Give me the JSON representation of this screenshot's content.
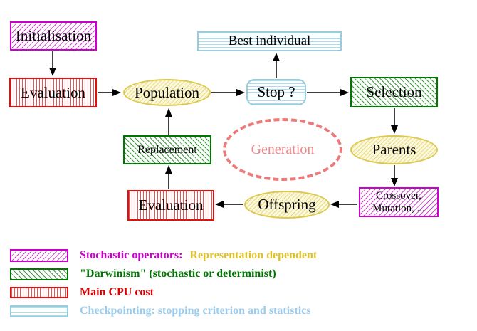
{
  "nodes": {
    "initialisation": "Initialisation",
    "evaluation_top": "Evaluation",
    "population": "Population",
    "stop": "Stop ?",
    "best_individual": "Best individual",
    "selection": "Selection",
    "parents": "Parents",
    "crossover_line1": "Crossover,",
    "crossover_line2": "Mutation, ...",
    "offspring": "Offspring",
    "evaluation_bottom": "Evaluation",
    "replacement": "Replacement",
    "generation": "Generation"
  },
  "legend": {
    "rows": [
      {
        "swatch": "magenta-diagonal-hatch",
        "parts": [
          {
            "text": "Stochastic operators:",
            "color": "#cc00cc"
          },
          {
            "text": "Representation dependent",
            "color": "#e0c228"
          }
        ]
      },
      {
        "swatch": "green-diagonal-hatch",
        "parts": [
          {
            "text": "\"Darwinism\" (stochastic or determinist)",
            "color": "#007700"
          }
        ]
      },
      {
        "swatch": "red-vertical-stripes",
        "parts": [
          {
            "text": "Main CPU cost",
            "color": "#dd0000"
          }
        ]
      },
      {
        "swatch": "cyan-horizontal-stripes",
        "parts": [
          {
            "text": "Checkpointing: stopping criterion and statistics",
            "color": "#99ccee"
          }
        ]
      }
    ]
  },
  "colors": {
    "magenta": "#cc00cc",
    "red": "#dd1111",
    "green": "#007700",
    "gold_border": "#ddc84e",
    "pale_yellow_fill": "#fbf8dc",
    "light_blue": "#99ccdd",
    "salmon": "#ee7979",
    "arrow_black": "#000000"
  }
}
